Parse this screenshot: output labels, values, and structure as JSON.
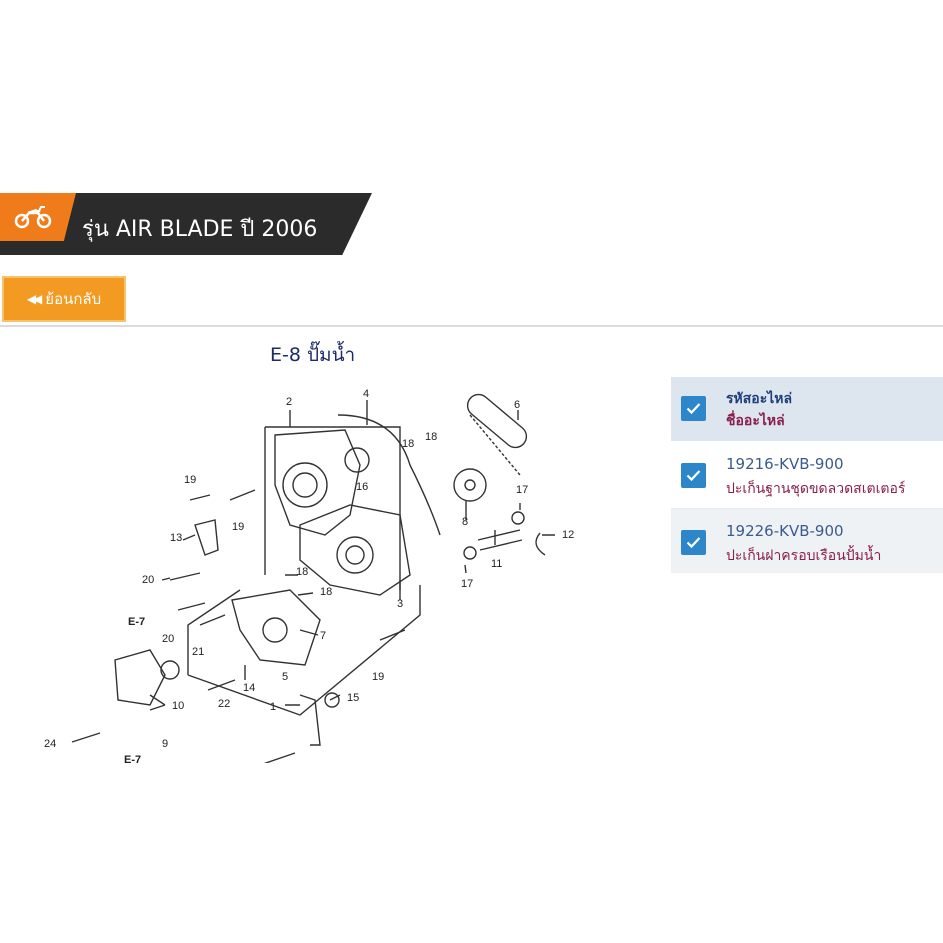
{
  "header": {
    "title": "รุ่น AIR BLADE ปี 2006",
    "icon": "motorcycle-icon",
    "accent": "#f07b1b"
  },
  "nav": {
    "back_label": "ย้อนกลับ",
    "back_icon": "double-left-arrow-icon"
  },
  "diagram": {
    "title": "E-8 ปั๊มน้ำ",
    "callouts": [
      "1",
      "2",
      "3",
      "4",
      "5",
      "6",
      "7",
      "8",
      "9",
      "10",
      "11",
      "12",
      "13",
      "14",
      "15",
      "16",
      "17",
      "17",
      "18",
      "18",
      "18",
      "18",
      "19",
      "19",
      "19",
      "20",
      "20",
      "21",
      "22",
      "24",
      "E-7",
      "E-7"
    ]
  },
  "parts_table": {
    "header": {
      "code_label": "รหัสอะไหล่",
      "name_label": "ชื่ออะไหล่"
    },
    "rows": [
      {
        "code": "19216-KVB-900",
        "name": "ปะเก็นฐานชุดขดลวดสเตเตอร์",
        "checked": true
      },
      {
        "code": "19226-KVB-900",
        "name": "ปะเก็นฝาครอบเรือนปั้มน้ำ",
        "checked": true
      }
    ]
  }
}
